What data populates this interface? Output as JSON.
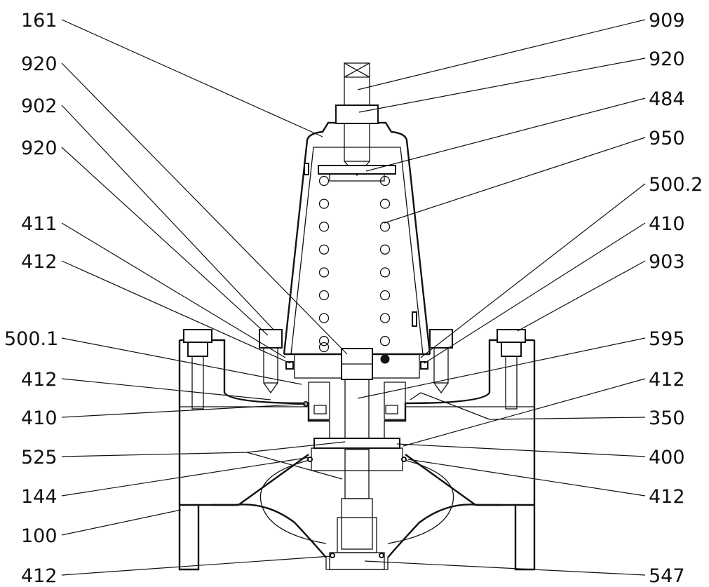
{
  "labels_left": [
    {
      "id": "l1",
      "text": "161"
    },
    {
      "id": "l2",
      "text": "920"
    },
    {
      "id": "l3",
      "text": "902"
    },
    {
      "id": "l4",
      "text": "920"
    },
    {
      "id": "l5",
      "text": "411"
    },
    {
      "id": "l6",
      "text": "412"
    },
    {
      "id": "l7",
      "text": "500.1"
    },
    {
      "id": "l8",
      "text": "412"
    },
    {
      "id": "l9",
      "text": "410"
    },
    {
      "id": "l10",
      "text": "525"
    },
    {
      "id": "l11",
      "text": "144"
    },
    {
      "id": "l12",
      "text": "100"
    },
    {
      "id": "l13",
      "text": "412"
    }
  ],
  "labels_right": [
    {
      "id": "r1",
      "text": "909"
    },
    {
      "id": "r2",
      "text": "920"
    },
    {
      "id": "r3",
      "text": "484"
    },
    {
      "id": "r4",
      "text": "950"
    },
    {
      "id": "r5",
      "text": "500.2"
    },
    {
      "id": "r6",
      "text": "410"
    },
    {
      "id": "r7",
      "text": "903"
    },
    {
      "id": "r8",
      "text": "595"
    },
    {
      "id": "r9",
      "text": "412"
    },
    {
      "id": "r10",
      "text": "350"
    },
    {
      "id": "r11",
      "text": "400"
    },
    {
      "id": "r12",
      "text": "412"
    },
    {
      "id": "r13",
      "text": "547"
    }
  ]
}
